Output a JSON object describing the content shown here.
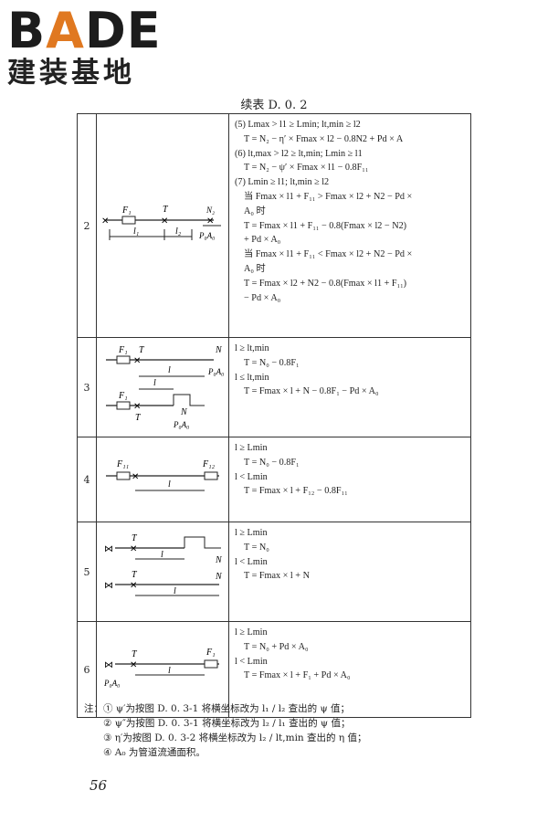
{
  "logo": {
    "big_prefix": "B",
    "big_a": "A",
    "big_suffix": "DE",
    "sub": "建装基地"
  },
  "caption": "续表 D. 0. 2",
  "rows": [
    {
      "num": "2",
      "fig_labels": {
        "f": "F₁",
        "t": "T",
        "l1": "l₁",
        "l2": "l₂",
        "n": "N₂",
        "pa": "P₀A₀"
      },
      "lines": [
        "(5) Lmax > l1 ≥ Lmin; lt,min ≥ l2",
        "T = N₂ − η′ × Fmax × l2 − 0.8N2 + Pd × A",
        "(6) lt,max > l2 ≥ lt,min; Lmin ≥ l1",
        "T = N₂ − ψ′ × Fmax × l1 − 0.8F₁₁",
        "(7) Lmin ≥ l1; lt,min ≥ l2",
        "当 Fmax × l1 + F₁₁ > Fmax × l2 + N2 − Pd ×",
        "A₀ 时",
        "T = Fmax × l1 + F₁₁ − 0.8(Fmax × l2 − N2)",
        "+ Pd × A₀",
        "当 Fmax × l1 + F₁₁ < Fmax × l2 + N2 − Pd ×",
        "A₀ 时",
        "T = Fmax × l2 + N2 − 0.8(Fmax × l1 + F₁₁)",
        "− Pd × A₀"
      ]
    },
    {
      "num": "3",
      "fig_labels": {
        "f": "F₁",
        "t": "T",
        "l": "l",
        "n": "N",
        "pa": "P₀A₀"
      },
      "lines": [
        "l ≥ lt,min",
        "T = N₀ − 0.8F₁",
        "l ≤ lt,min",
        "T = Fmax × l + N − 0.8F₁ − Pd × A₀"
      ]
    },
    {
      "num": "4",
      "fig_labels": {
        "f1": "F₁₁",
        "f2": "F₁₂",
        "l": "l"
      },
      "lines": [
        "l ≥ Lmin",
        "T = N₀ − 0.8F₁",
        "l < Lmin",
        "T = Fmax × l + F₁₂ − 0.8F₁₁"
      ]
    },
    {
      "num": "5",
      "fig_labels": {
        "t": "T",
        "l": "l",
        "n": "N"
      },
      "lines": [
        "l ≥ Lmin",
        "T = N₀",
        "l < Lmin",
        "T = Fmax × l + N"
      ]
    },
    {
      "num": "6",
      "fig_labels": {
        "t": "T",
        "f": "F₁",
        "l": "l",
        "pa": "P₀A₀"
      },
      "lines": [
        "l ≥ Lmin",
        "T = N₀ + Pd × A₀",
        "l < Lmin",
        "T = Fmax × l + F₁ + Pd × A₀"
      ]
    }
  ],
  "notes": [
    "注：① ψ′为按图 D. 0. 3-1 将横坐标改为 l₁ / l₂ 查出的 ψ 值；",
    "② ψ″为按图 D. 0. 3-1 将横坐标改为 l₂ / l₁ 查出的 ψ 值；",
    "③ η′为按图 D. 0. 3-2 将横坐标改为 l₂ / lt,min 查出的 η 值；",
    "④ A₀ 为管道流通面积。"
  ],
  "page_number": "56"
}
